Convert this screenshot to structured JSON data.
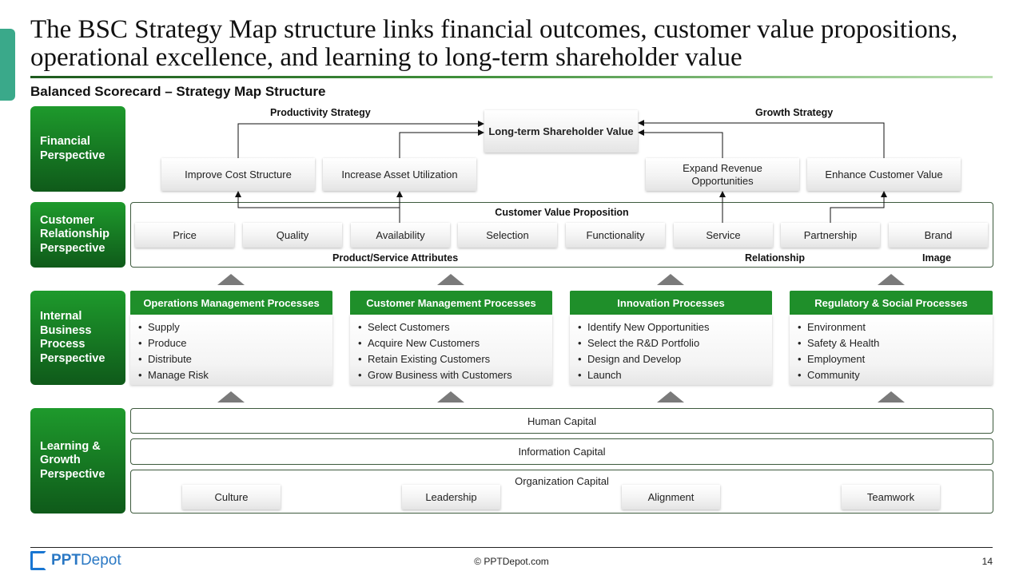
{
  "title": "The BSC Strategy Map structure links financial outcomes, customer value propositions, operational excellence, and learning to long-term shareholder value",
  "subtitle": "Balanced Scorecard – Strategy Map Structure",
  "perspectives": {
    "financial": "Financial\nPerspective",
    "customer": "Customer\nRelationship\nPerspective",
    "internal": "Internal\nBusiness\nProcess\nPerspective",
    "learning": "Learning &\nGrowth\nPerspective"
  },
  "financial": {
    "productivity_label": "Productivity Strategy",
    "growth_label": "Growth Strategy",
    "goal": "Long-term Shareholder Value",
    "boxes": [
      "Improve Cost Structure",
      "Increase Asset Utilization",
      "Expand Revenue Opportunities",
      "Enhance Customer Value"
    ]
  },
  "customer": {
    "header": "Customer Value Proposition",
    "attributes": [
      "Price",
      "Quality",
      "Availability",
      "Selection",
      "Functionality",
      "Service",
      "Partnership",
      "Brand"
    ],
    "group_labels": [
      "Product/Service Attributes",
      "Relationship",
      "Image"
    ]
  },
  "processes": [
    {
      "title": "Operations Management Processes",
      "items": [
        "Supply",
        "Produce",
        "Distribute",
        "Manage Risk"
      ]
    },
    {
      "title": "Customer Management Processes",
      "items": [
        "Select Customers",
        "Acquire New Customers",
        "Retain Existing Customers",
        "Grow Business with Customers"
      ]
    },
    {
      "title": "Innovation Processes",
      "items": [
        "Identify New Opportunities",
        "Select the R&D Portfolio",
        "Design and Develop",
        "Launch"
      ]
    },
    {
      "title": "Regulatory & Social Processes",
      "items": [
        "Environment",
        "Safety & Health",
        "Employment",
        "Community"
      ]
    }
  ],
  "learning": {
    "human": "Human Capital",
    "information": "Information Capital",
    "organization": "Organization Capital",
    "org_items": [
      "Culture",
      "Leadership",
      "Alignment",
      "Teamwork"
    ]
  },
  "footer": {
    "logo_bold": "PPT",
    "logo_rest": "Depot",
    "copyright": "© PPTDepot.com",
    "page": "14"
  },
  "colors": {
    "perspective_green": "#1e9a2c",
    "process_header_green": "#1f8f2a",
    "accent_teal": "#3aa98a",
    "logo_blue": "#2a78c4"
  }
}
